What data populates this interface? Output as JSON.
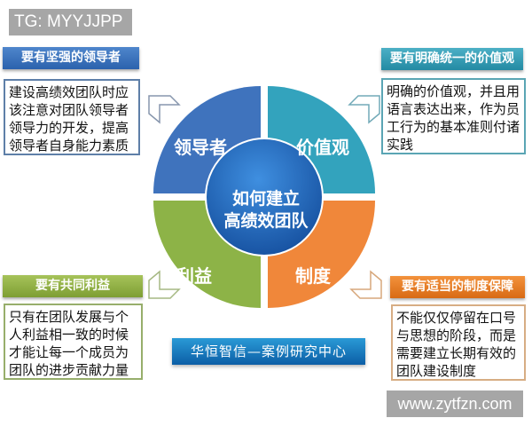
{
  "watermarks": {
    "top": "TG: MYYJJPP",
    "bottom": "www.zytfzn.com"
  },
  "center": {
    "line1": "如何建立",
    "line2": "高绩效团队"
  },
  "quadrants": [
    {
      "label": "领导者",
      "color": "#3f73bd"
    },
    {
      "label": "价值观",
      "color": "#33a3bd"
    },
    {
      "label": "利益",
      "color": "#8db347"
    },
    {
      "label": "制度",
      "color": "#f0873a"
    }
  ],
  "sections": {
    "leader": {
      "title": "要有坚强的领导者",
      "text": "建设高绩效团队时应该注意对团队领导者领导力的开发，提高领导者自身能力素质"
    },
    "values": {
      "title": "要有明确统一的价值观",
      "text": "明确的价值观，并且用语言表达出来，作为员工行为的基本准则付诸实践"
    },
    "interest": {
      "title": "要有共同利益",
      "text": "只有在团队发展与个人利益相一致的时候才能让每一个成员为团队的进步贡献力量"
    },
    "system": {
      "title": "要有适当的制度保障",
      "text": "不能仅仅停留在口号与思想的阶段，而是需要建立长期有效的团队建设制度"
    }
  },
  "banner": "华恒智信—案例研究中心"
}
